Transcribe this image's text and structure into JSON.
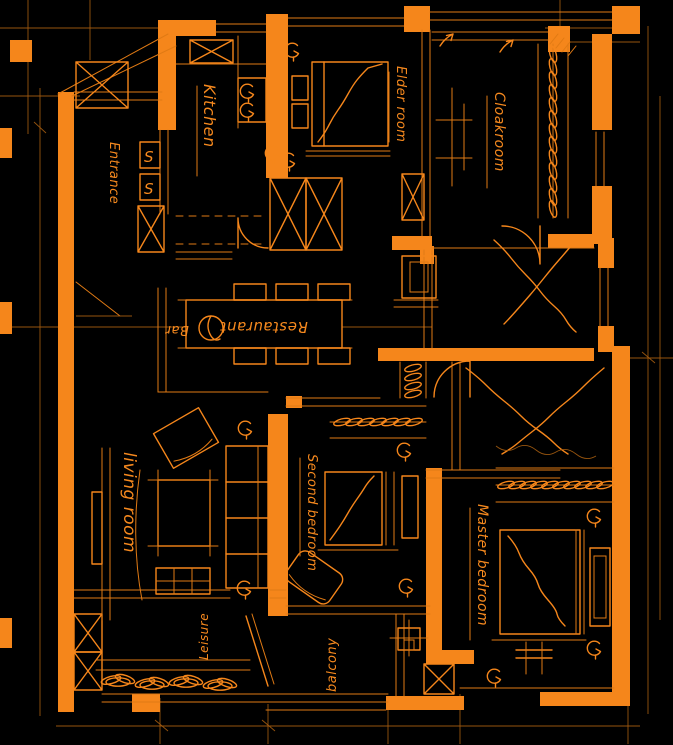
{
  "meta": {
    "drawing_type": "hand-drawn apartment floor plan sketch",
    "colors": {
      "background": "#000000",
      "ink": "#F5861B",
      "ink_dim": "#A65D10"
    }
  },
  "rooms": {
    "entrance": {
      "label": "Entrance"
    },
    "kitchen": {
      "label": "Kitchen"
    },
    "elder_room": {
      "label": "Elder room"
    },
    "cloakroom": {
      "label": "Cloakroom"
    },
    "restaurant": {
      "label": "Restaurant"
    },
    "bar": {
      "label": "Bar"
    },
    "living_room": {
      "label": "living room"
    },
    "second_bedroom": {
      "label": "Second bedroom"
    },
    "master_bedroom": {
      "label": "Master bedroom"
    },
    "leisure": {
      "label": "Leisure"
    },
    "balcony": {
      "label": "balcony"
    }
  },
  "symbols": {
    "cabinet_unit": "S"
  }
}
